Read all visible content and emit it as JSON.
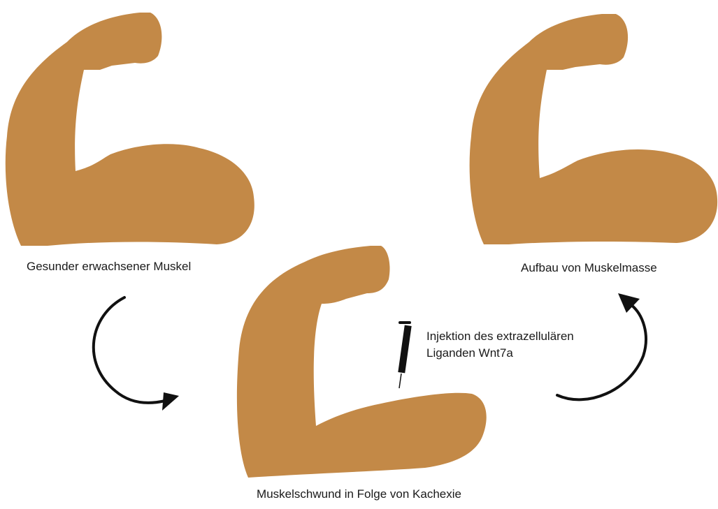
{
  "colors": {
    "arm": "#c38947",
    "arrow": "#111111",
    "syringe": "#111111",
    "text": "#1a1a1a"
  },
  "labels": {
    "healthy_muscle": "Gesunder erwachsener Muskel",
    "muscle_building": "Aufbau von Muskelmasse",
    "injection_line1": "Injektion des extrazellulären",
    "injection_line2": "Liganden Wnt7a",
    "cachexia": "Muskelschwund in Folge von Kachexie"
  },
  "icons": [
    "flexed-arm-icon",
    "curved-arrow-icon",
    "syringe-icon"
  ]
}
